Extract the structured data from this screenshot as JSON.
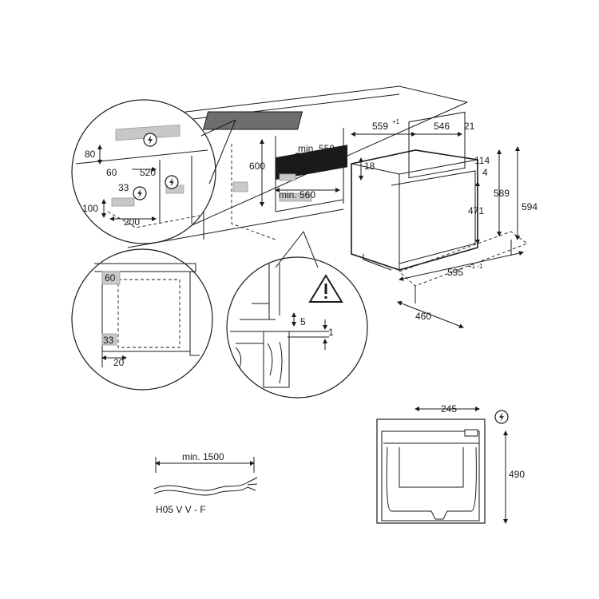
{
  "installation": {
    "counter_cutout": {
      "width": "min. 550",
      "depth": "20",
      "opening": "min. 560",
      "height": "600"
    },
    "oven": {
      "d559": "559",
      "d559_tol": "+1",
      "d546": "546",
      "d21": "21",
      "d18": "18",
      "d114": "114",
      "d4": "4",
      "d589": "589",
      "d594": "594",
      "d471": "471",
      "d595": "595",
      "d595_tol": "+1 -1",
      "d460": "460"
    },
    "detail_top_left": {
      "d80": "80",
      "d60": "60",
      "d520": "520",
      "d33": "33",
      "d100": "100",
      "d200": "200"
    },
    "detail_mid_left": {
      "d60": "60",
      "d33": "33",
      "d20": "20"
    },
    "detail_mid_right": {
      "d5": "5",
      "d1": "1"
    },
    "cable": {
      "length": "min. 1500",
      "type": "H05 V V - F"
    },
    "back_view": {
      "d245": "245",
      "d490": "490"
    }
  },
  "icons": [
    "lightning-icon",
    "warning-triangle-icon"
  ],
  "colors": {
    "line": "#1a1a1a",
    "grey_zone": "#c8c8c8"
  }
}
